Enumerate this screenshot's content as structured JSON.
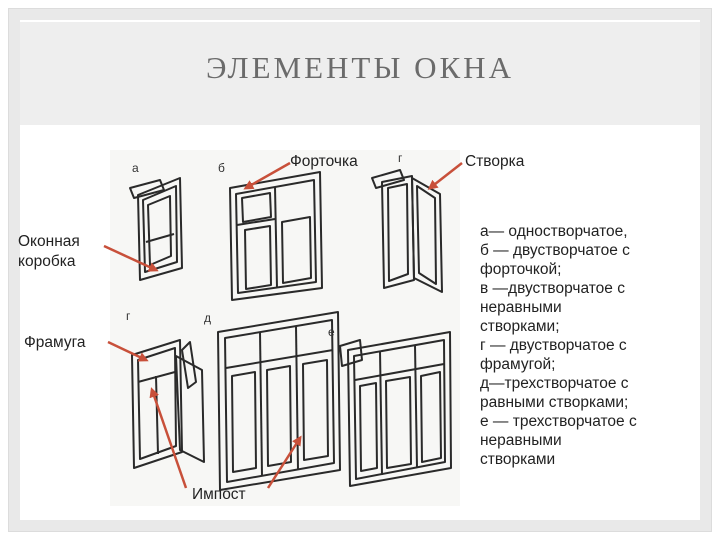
{
  "slide": {
    "title": "ЭЛЕМЕНТЫ ОКНА"
  },
  "figure": {
    "letters": {
      "a": "а",
      "b": "б",
      "v": "г",
      "g": "г",
      "d": "д",
      "e": "е"
    }
  },
  "callouts": {
    "fortochka": "Форточка",
    "stvorka": "Створка",
    "korobka": "Оконная\nкоробка",
    "framuga": "Фрамуга",
    "impost": "Импост"
  },
  "legend": {
    "items": [
      "а— одностворчатое,",
      "б — двустворчатое с\nфорточкой;",
      "в —двустворчатое с\nнеравными\nстворками;",
      "г — двустворчатое с\nфрамугой;",
      "д—трехстворчатое с\nравными створками;",
      "е — трехстворчатое с\nнеравными\nстворками"
    ]
  },
  "colors": {
    "arrow": "#c8503a",
    "title": "#6b6b6b",
    "frame": "#e9e9e9"
  }
}
